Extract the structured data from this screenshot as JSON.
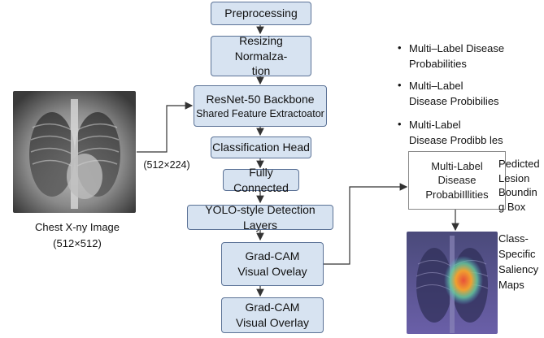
{
  "input": {
    "caption_line1": "Chest X-ny Image",
    "caption_line2": "(512×512)",
    "resize_label": "(512×224)"
  },
  "pipeline": {
    "preprocessing": "Preprocessing",
    "resizing_line1": "Resizing Normalza-",
    "resizing_line2": "tion",
    "backbone_line1": "ResNet-50 Backbone",
    "backbone_line2": "Shared Feature Extractoator",
    "classification_head": "Classification Head",
    "fully_connected": "Fully Connected",
    "yolo": "YOLO-style Detection Layers",
    "gradcam1_line1": "Grad-CAM",
    "gradcam1_line2": "Visual Ovelay",
    "gradcam2_line1": "Grad-CAM",
    "gradcam2_line2": "Visual Overlay"
  },
  "outputs": {
    "bullets": [
      {
        "line1": "Multi–Label Disease",
        "line2": "Probabilities"
      },
      {
        "line1": "Multi–Label",
        "line2": "Disease Probibilies"
      },
      {
        "line1": "Multi-Label",
        "line2": "Disease Prodibb les"
      }
    ],
    "prob_box_line1": "Multi-Label",
    "prob_box_line2": "Disease",
    "prob_box_line3": "ProbabiIllities",
    "lesion_line1": "Pedicted",
    "lesion_line2": "Lesion",
    "lesion_line3": "Boundin",
    "lesion_line4": "g Box",
    "saliency_line1": "Class-",
    "saliency_line2": "Specific",
    "saliency_line3": "Saliency",
    "saliency_line4": "Maps"
  },
  "colors": {
    "box_fill": "#d7e3f1",
    "box_border": "#5b7296",
    "arrow": "#333333",
    "heatmap_hot": "#e8503a"
  }
}
